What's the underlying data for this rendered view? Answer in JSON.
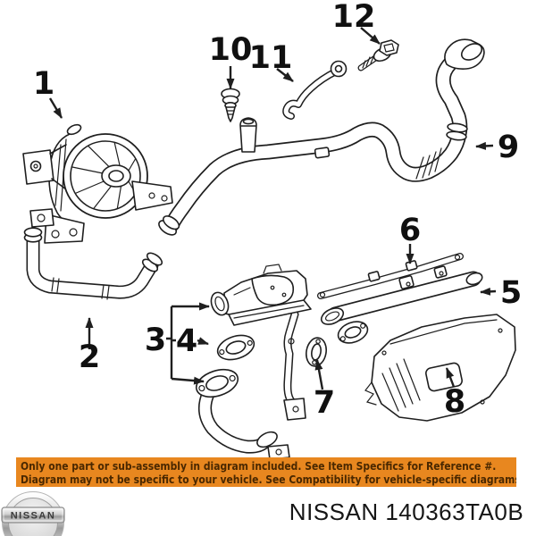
{
  "colors": {
    "line": "#1f1f1f",
    "banner_bg": "#e8871f",
    "banner_text": "#4a2800",
    "pn_color": "#161616"
  },
  "diagram": {
    "callouts": [
      "1",
      "2",
      "3",
      "4",
      "5",
      "6",
      "7",
      "8",
      "9",
      "10",
      "11",
      "12"
    ]
  },
  "banner": {
    "line1": "Only one part or sub-assembly in diagram included. See Item Specifics for Reference #.",
    "line2": "Diagram may not be specific to your vehicle. See Compatibility for vehicle-specific diagrams."
  },
  "footer": {
    "logo_text": "NISSAN",
    "part_number_label": "NISSAN 140363TA0B"
  }
}
